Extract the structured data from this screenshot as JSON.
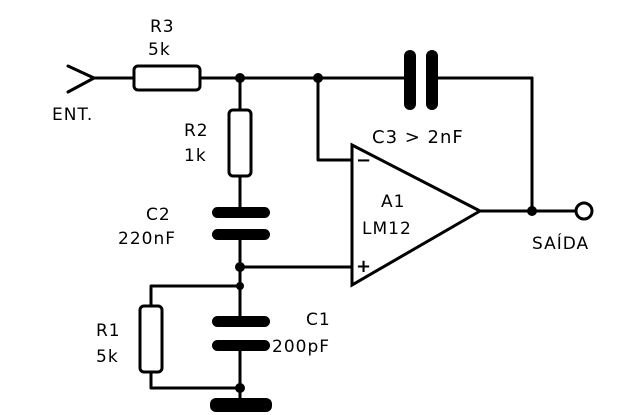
{
  "input": {
    "label": "ENT."
  },
  "output": {
    "label": "SAÍDA"
  },
  "components": {
    "R3": {
      "ref": "R3",
      "value": "5k"
    },
    "R2": {
      "ref": "R2",
      "value": "1k"
    },
    "R1": {
      "ref": "R1",
      "value": "5k"
    },
    "C3": {
      "ref": "C3",
      "value": "C3 > 2nF"
    },
    "C2": {
      "ref": "C2",
      "value": "220nF"
    },
    "C1": {
      "ref": "C1",
      "value": "200pF"
    },
    "A1": {
      "ref": "A1",
      "part": "LM12",
      "inverting": "−",
      "noninverting": "+"
    }
  }
}
